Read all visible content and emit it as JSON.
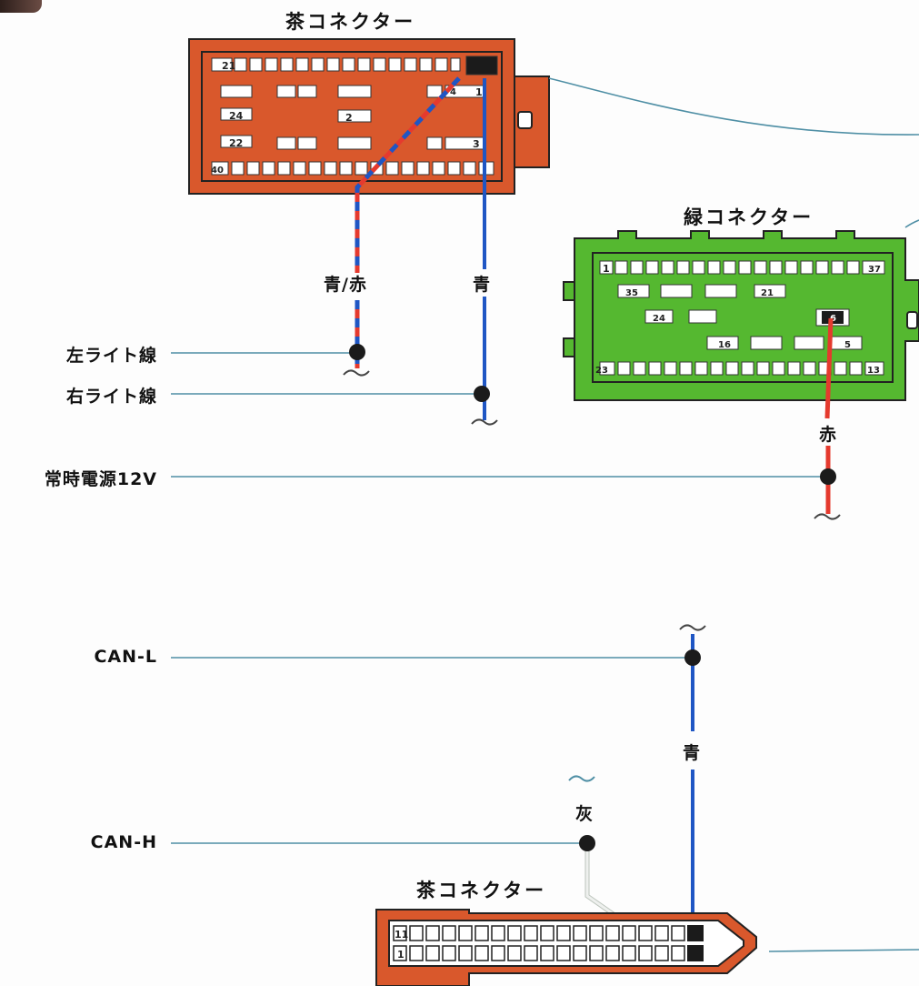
{
  "connectors": {
    "brown_top": {
      "title": "茶コネクター",
      "pins": {
        "p1": "1",
        "p2": "2",
        "p3": "3",
        "p4": "4",
        "p21": "21",
        "p22": "22",
        "p24": "24",
        "p40": "40"
      }
    },
    "green": {
      "title": "緑コネクター",
      "pins": {
        "p1": "1",
        "p5": "5",
        "p6": "6",
        "p13": "13",
        "p16": "16",
        "p21": "21",
        "p23": "23",
        "p24": "24",
        "p35": "35",
        "p37": "37"
      }
    },
    "brown_bottom": {
      "title": "茶コネクター",
      "pins": {
        "p1": "1",
        "p11": "11"
      }
    }
  },
  "wires": {
    "blue_red": "青/赤",
    "blue_top": "青",
    "red": "赤",
    "blue_bottom": "青",
    "gray": "灰"
  },
  "signals": {
    "left_light": "左ライト線",
    "right_light": "右ライト線",
    "constant_12v": "常時電源12V",
    "can_l": "CAN-L",
    "can_h": "CAN-H"
  },
  "colors": {
    "brown_connector": "#d9582c",
    "green_connector": "#55b830",
    "wire_blue": "#1f56c4",
    "wire_red": "#e53a2e",
    "wire_gray": "#d8dcd8",
    "signal_line": "#4f8fa5"
  }
}
